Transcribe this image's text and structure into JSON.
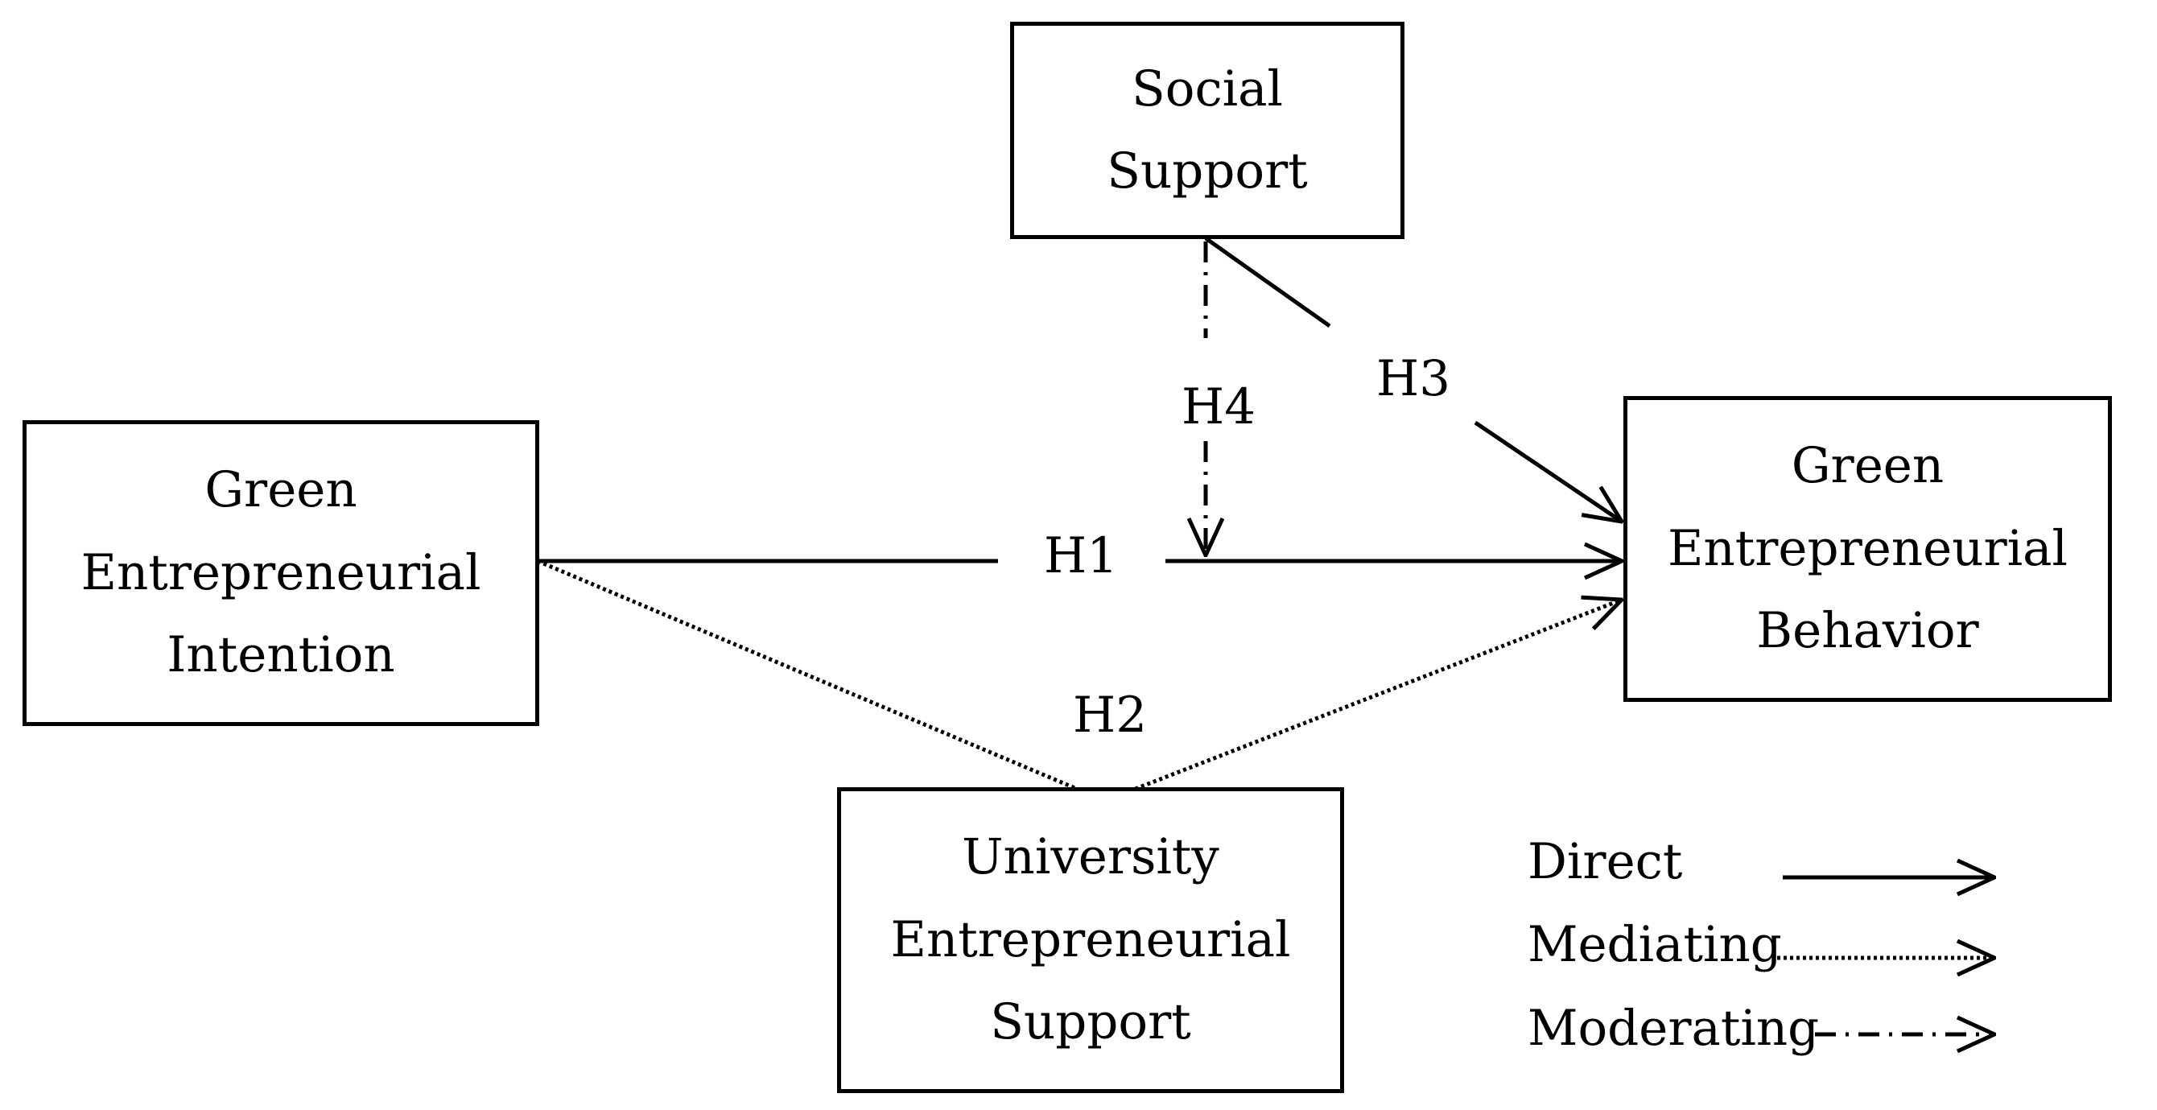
{
  "boxes": {
    "social_support": [
      "Social",
      "Support"
    ],
    "green_entrepreneurial_intention": [
      "Green",
      "Entrepreneurial",
      "Intention"
    ],
    "green_entrepreneurial_behavior": [
      "Green",
      "Entrepreneurial",
      "Behavior"
    ],
    "university_entrepreneurial_support": [
      "University",
      "Entrepreneurial",
      "Support"
    ]
  },
  "hypotheses": {
    "h1": "H1",
    "h2": "H2",
    "h3": "H3",
    "h4": "H4"
  },
  "legend": {
    "direct": "Direct",
    "mediating": "Mediating",
    "moderating": "Moderating"
  }
}
